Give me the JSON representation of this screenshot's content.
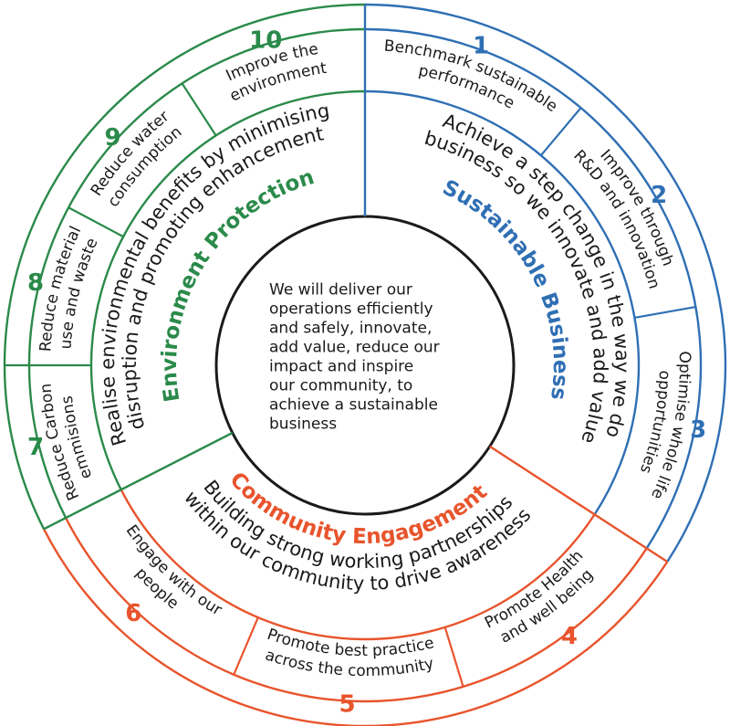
{
  "colors": {
    "sustainable": "#2f6fb4",
    "community": "#e8542c",
    "environment": "#2a8a4a",
    "text": "#1a1a1a",
    "ring": "#1a1a1a"
  },
  "vision": [
    "We will deliver our",
    "operations efficiently",
    "and safely, innovate,",
    "add value, reduce our",
    "impact and inspire",
    "our community, to",
    "achieve a sustainable",
    "business"
  ],
  "themes": {
    "sustainable": {
      "title": "Sustainable Business",
      "goal_lines": [
        "Achieve a step change in the way we do",
        "business so we innovate and add value"
      ]
    },
    "community": {
      "title": "Community Engagement",
      "goal_lines": [
        "Building strong working partnerships",
        "within our community to drive awareness"
      ]
    },
    "environment": {
      "title": "Environment Protection",
      "goal_lines": [
        "Realise environmental benefits by minimising",
        "disruption and promoting enhancement"
      ]
    }
  },
  "items": [
    {
      "number": "1",
      "lines": [
        "Benchmark sustainable",
        "performance"
      ]
    },
    {
      "number": "2",
      "lines": [
        "Improve through",
        "R&D and innovation"
      ]
    },
    {
      "number": "3",
      "lines": [
        "Optimise whole life",
        "opportunities"
      ]
    },
    {
      "number": "4",
      "lines": [
        "Promote Health",
        "and well being"
      ]
    },
    {
      "number": "5",
      "lines": [
        "Promote best practice",
        "across the community"
      ]
    },
    {
      "number": "6",
      "lines": [
        "Engage with our",
        "people"
      ]
    },
    {
      "number": "7",
      "lines": [
        "Reduce Carbon",
        "emmisions"
      ]
    },
    {
      "number": "8",
      "lines": [
        "Reduce material",
        "use and waste"
      ]
    },
    {
      "number": "9",
      "lines": [
        "Reduce water",
        "consumption"
      ]
    },
    {
      "number": "10",
      "lines": [
        "Improve the",
        "environment"
      ]
    }
  ]
}
